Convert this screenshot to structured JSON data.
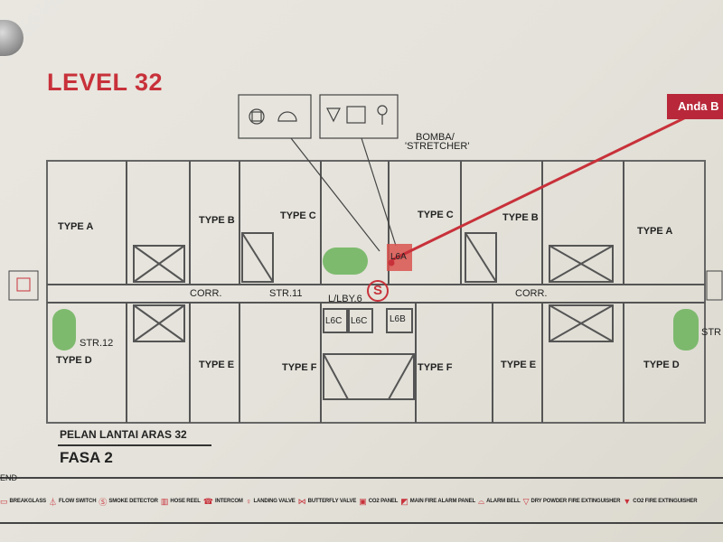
{
  "title": "LEVEL 32",
  "you_are_here": "Anda B",
  "colors": {
    "accent_red": "#c8313a",
    "stair_green": "#6bb35a",
    "line_gray": "#555555"
  },
  "callouts": {
    "bomba": "BOMBA/",
    "stretcher": "'STRETCHER'"
  },
  "units": {
    "type_a_left": "TYPE A",
    "type_b_left": "TYPE B",
    "type_c_left": "TYPE C",
    "type_c_right": "TYPE C",
    "type_b_right": "TYPE B",
    "type_a_right": "TYPE A",
    "type_d_left": "TYPE D",
    "type_e_left": "TYPE E",
    "type_f_left": "TYPE F",
    "type_f_right": "TYPE F",
    "type_e_right": "TYPE E",
    "type_d_right": "TYPE D"
  },
  "spaces": {
    "corr_left": "CORR.",
    "corr_right": "CORR.",
    "str11": "STR.11",
    "str12": "STR.12",
    "str_right": "STR",
    "lobby": "L/LBY.6",
    "l6a": "L6A",
    "l6b": "L6B",
    "l6c_1": "L6C",
    "l6c_2": "L6C"
  },
  "smoke_symbol": "S",
  "plan_name": "PELAN LANTAI ARAS 32",
  "phase": "FASA 2",
  "legend": {
    "title": "END",
    "items": [
      {
        "label": "BREAKGLASS",
        "icon": "breakglass-icon",
        "glyph": "▭"
      },
      {
        "label": "FLOW SWITCH",
        "icon": "flow-switch-icon",
        "glyph": "⏃"
      },
      {
        "label": "SMOKE DETECTOR",
        "icon": "smoke-detector-icon",
        "glyph": "Ⓢ"
      },
      {
        "label": "HOSE REEL",
        "icon": "hose-reel-icon",
        "glyph": "▥"
      },
      {
        "label": "INTERCOM",
        "icon": "intercom-icon",
        "glyph": "☎"
      },
      {
        "label": "LANDING VALVE",
        "icon": "landing-valve-icon",
        "glyph": "♀"
      },
      {
        "label": "BUTTERFLY VALVE",
        "icon": "butterfly-valve-icon",
        "glyph": "⋈"
      },
      {
        "label": "CO2 PANEL",
        "icon": "co2-panel-icon",
        "glyph": "▣"
      },
      {
        "label": "MAIN FIRE ALARM PANEL",
        "icon": "main-fire-alarm-panel-icon",
        "glyph": "◩"
      },
      {
        "label": "ALARM BELL",
        "icon": "alarm-bell-icon",
        "glyph": "⌓"
      },
      {
        "label": "DRY POWDER FIRE EXTINGUISHER",
        "icon": "dry-powder-extinguisher-icon",
        "glyph": "▽"
      },
      {
        "label": "CO2 FIRE EXTINGUISHER",
        "icon": "co2-extinguisher-icon",
        "glyph": "▼"
      }
    ]
  }
}
